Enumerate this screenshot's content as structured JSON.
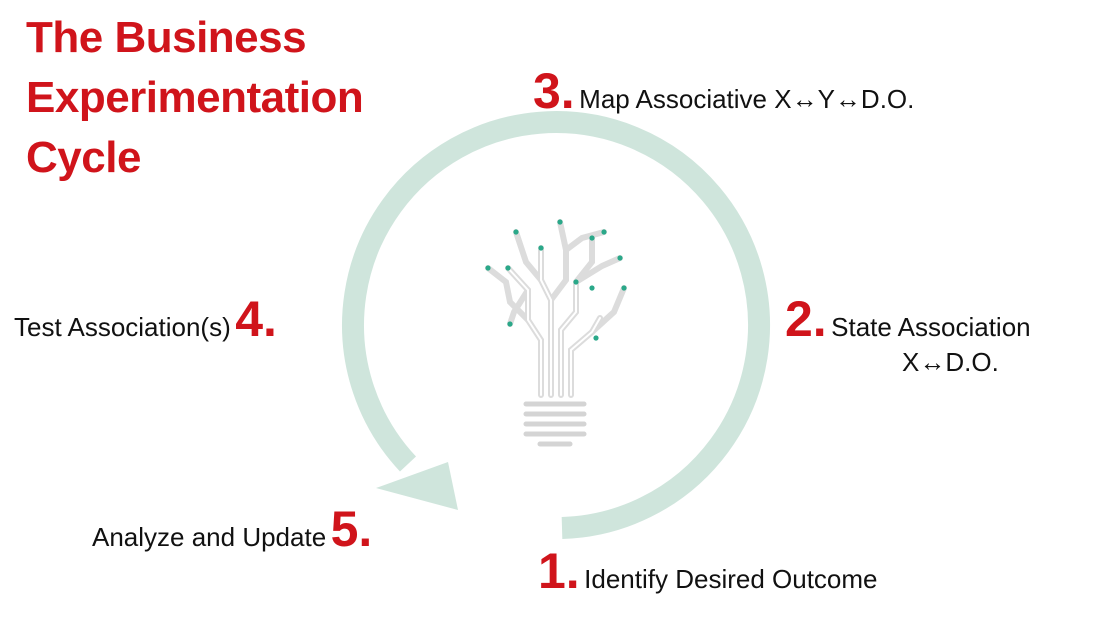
{
  "title": {
    "line1": "The Business",
    "line2": "Experimentation",
    "line3": "Cycle"
  },
  "steps": [
    {
      "num": "1.",
      "label": "Identify Desired Outcome"
    },
    {
      "num": "2.",
      "label": "State Association",
      "sub": "X↔D.O."
    },
    {
      "num": "3.",
      "label": "Map Associative X↔Y↔D.O."
    },
    {
      "num": "4.",
      "label": "Test Association(s)"
    },
    {
      "num": "5.",
      "label": "Analyze and Update"
    }
  ],
  "colors": {
    "accent": "#d0141b",
    "cycle": "#cfe5dc",
    "dots": "#2aa889",
    "bulb": "#d9d9d9"
  },
  "icon": "lightbulb-circuit-tree-icon"
}
